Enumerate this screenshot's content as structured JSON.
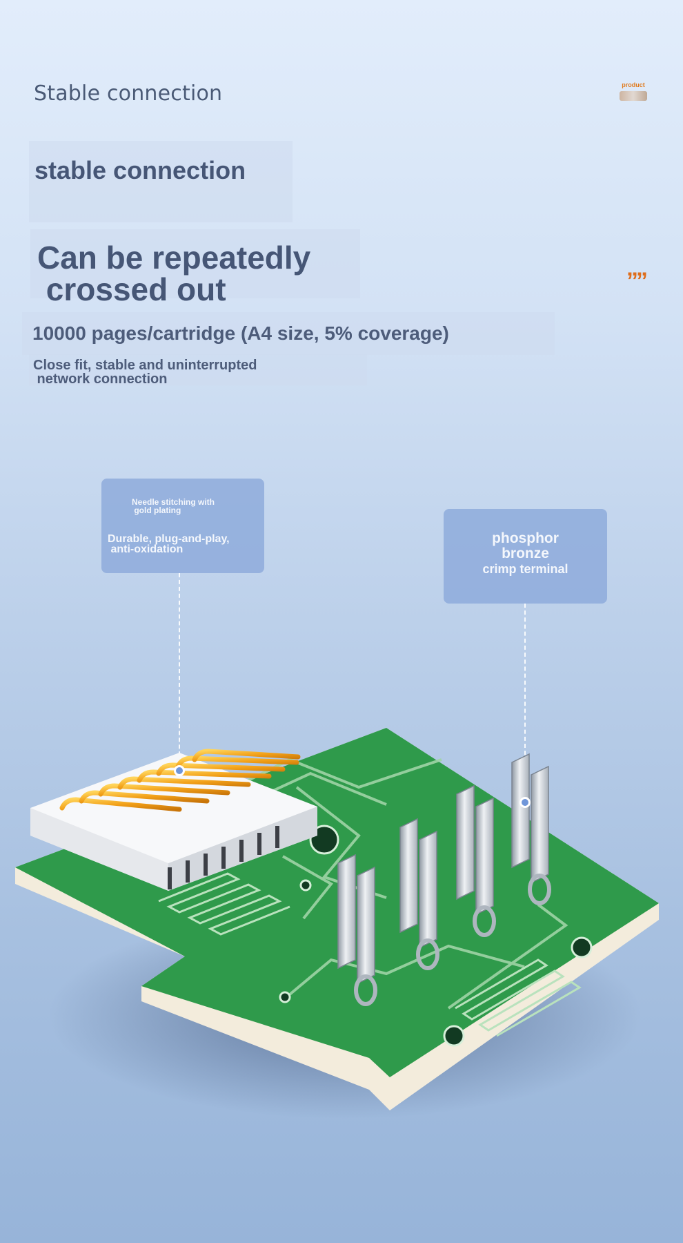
{
  "header": {
    "eyebrow": "Stable connection",
    "title": "stable connection",
    "headline": "Can be repeatedly\n crossed out",
    "spec": "10000 pages/cartridge (A4 size, 5% coverage)",
    "description": "Close fit, stable and uninterrupted\n network connection"
  },
  "badge": {
    "label": "product"
  },
  "decoration": {
    "quote_marks": "””"
  },
  "callouts": {
    "left": {
      "title": "Needle stitching with\n gold plating",
      "subtitle": "Durable, plug-and-play,\n anti-oxidation"
    },
    "right": {
      "line1": "phosphor",
      "line2": "bronze",
      "line3": "crimp terminal"
    }
  },
  "colors": {
    "heading": "#465676",
    "accent_orange": "#de6d1c",
    "callout_bg": "#8caada",
    "pcb_green": "#2f9a4b",
    "gold_pin": "#f2a018",
    "terminal_metal": "#c9cfd6"
  }
}
